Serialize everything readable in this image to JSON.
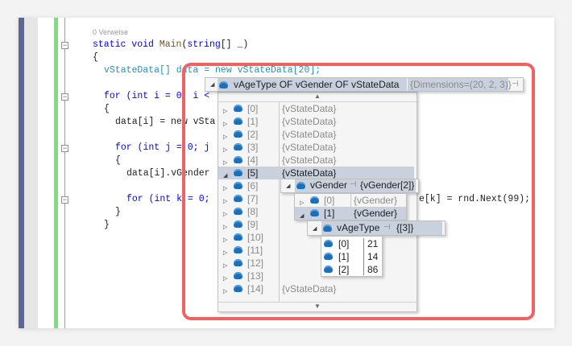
{
  "editor": {
    "codelens": "0 Verweise",
    "lines": [
      {
        "kw": "static void ",
        "fn": "Main",
        "rest": "(",
        "kw2": "string",
        "rest2": "[] _)"
      },
      "{",
      "vStateData[] data = new vStateData[20];",
      "for (int i = 0; i <",
      "{",
      "data[i] = new vSta",
      "for (int j = 0; j",
      "{",
      "data[i].vGender",
      "for (int k = 0;",
      "e[k] = rnd.Next(99);",
      "}",
      "}"
    ]
  },
  "datatip": {
    "header_name": "vAgeType OF vGender OF vStateData",
    "header_value": "{Dimensions=(20, 2, 3)}",
    "items": [
      {
        "name": "[0]",
        "value": "{vStateData}"
      },
      {
        "name": "[1]",
        "value": "{vStateData}"
      },
      {
        "name": "[2]",
        "value": "{vStateData}"
      },
      {
        "name": "[3]",
        "value": "{vStateData}"
      },
      {
        "name": "[4]",
        "value": "{vStateData}"
      },
      {
        "name": "[5]",
        "value": "{vStateData}"
      },
      {
        "name": "[6]",
        "value": ""
      },
      {
        "name": "[7]",
        "value": ""
      },
      {
        "name": "[8]",
        "value": ""
      },
      {
        "name": "[9]",
        "value": ""
      },
      {
        "name": "[10]",
        "value": ""
      },
      {
        "name": "[11]",
        "value": ""
      },
      {
        "name": "[12]",
        "value": ""
      },
      {
        "name": "[13]",
        "value": ""
      },
      {
        "name": "[14]",
        "value": "{vStateData}"
      }
    ],
    "vgender": {
      "name": "vGender",
      "value": "{vGender[2]}",
      "items": [
        {
          "name": "[0]",
          "value": "{vGender}"
        },
        {
          "name": "[1]",
          "value": "{vGender}"
        }
      ]
    },
    "vagetype": {
      "name": "vAgeType",
      "value": "{[3]}",
      "items": [
        {
          "name": "[0]",
          "value": "21"
        },
        {
          "name": "[1]",
          "value": "14"
        },
        {
          "name": "[2]",
          "value": "86"
        }
      ]
    },
    "scroll_up": "▲",
    "scroll_down": "▼"
  },
  "colors": {
    "highlight": "#f06262",
    "selection": "#c9d1df"
  }
}
